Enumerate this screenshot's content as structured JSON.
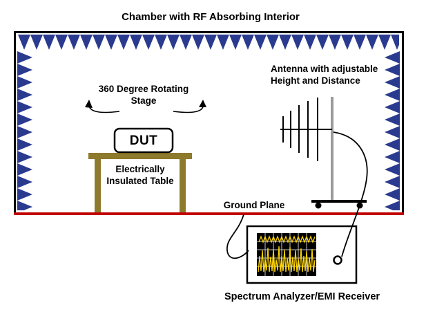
{
  "labels": {
    "title": "Chamber with RF Absorbing Interior",
    "rotating_stage": {
      "line1": "360 Degree Rotating",
      "line2": "Stage"
    },
    "dut": "DUT",
    "table": {
      "line1": "Electrically",
      "line2": "Insulated Table"
    },
    "ground_plane": "Ground Plane",
    "antenna": {
      "line1": "Antenna with adjustable",
      "line2": "Height and Distance"
    },
    "analyzer": "Spectrum Analyzer/EMI Receiver"
  },
  "colors": {
    "absorber": "#2a3b8f",
    "table": "#8e7a2c",
    "ground_plane": "#c00000",
    "trace": "#ffd400",
    "antenna_pole": "#9a9a9a",
    "screen_bg": "#000000",
    "screen_grid": "#c8c8c8"
  }
}
